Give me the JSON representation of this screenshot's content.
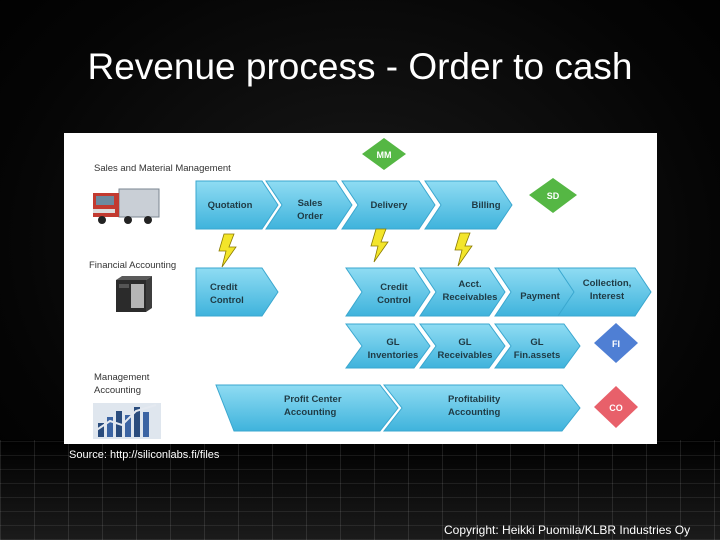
{
  "title": "Revenue process - Order to cash",
  "source": "Source: http://siliconlabs.fi/files",
  "copyright": "Copyright: Heikki Puomila/KLBR Industries Oy",
  "sections": {
    "sales": "Sales and Material Management",
    "financial": "Financial Accounting",
    "management_1": "Management",
    "management_2": "Accounting"
  },
  "modules": {
    "mm": "MM",
    "sd": "SD",
    "fi": "FI",
    "co": "CO"
  },
  "row1": {
    "quotation": "Quotation",
    "sales_order_1": "Sales",
    "sales_order_2": "Order",
    "delivery": "Delivery",
    "billing": "Billing"
  },
  "row2": {
    "credit_control_left_1": "Credit",
    "credit_control_left_2": "Control",
    "credit_control_1": "Credit",
    "credit_control_2": "Control",
    "acct_receivables_1": "Acct.",
    "acct_receivables_2": "Receivables",
    "payment": "Payment",
    "collection_1": "Collection,",
    "collection_2": "Interest"
  },
  "row3": {
    "gl_inventories_1": "GL",
    "gl_inventories_2": "Inventories",
    "gl_receivables_1": "GL",
    "gl_receivables_2": "Receivables",
    "gl_fin_assets_1": "GL",
    "gl_fin_assets_2": "Fin.assets"
  },
  "row4": {
    "profit_center_1": "Profit Center",
    "profit_center_2": "Accounting",
    "profitability_1": "Profitability",
    "profitability_2": "Accounting"
  },
  "colors": {
    "arrow": "#5fc5e6",
    "arrow_edge": "#3aa7cf",
    "mm": "#55b744",
    "fi": "#4f7fd4",
    "co": "#e8606a",
    "lightning": "#f3e52a"
  }
}
